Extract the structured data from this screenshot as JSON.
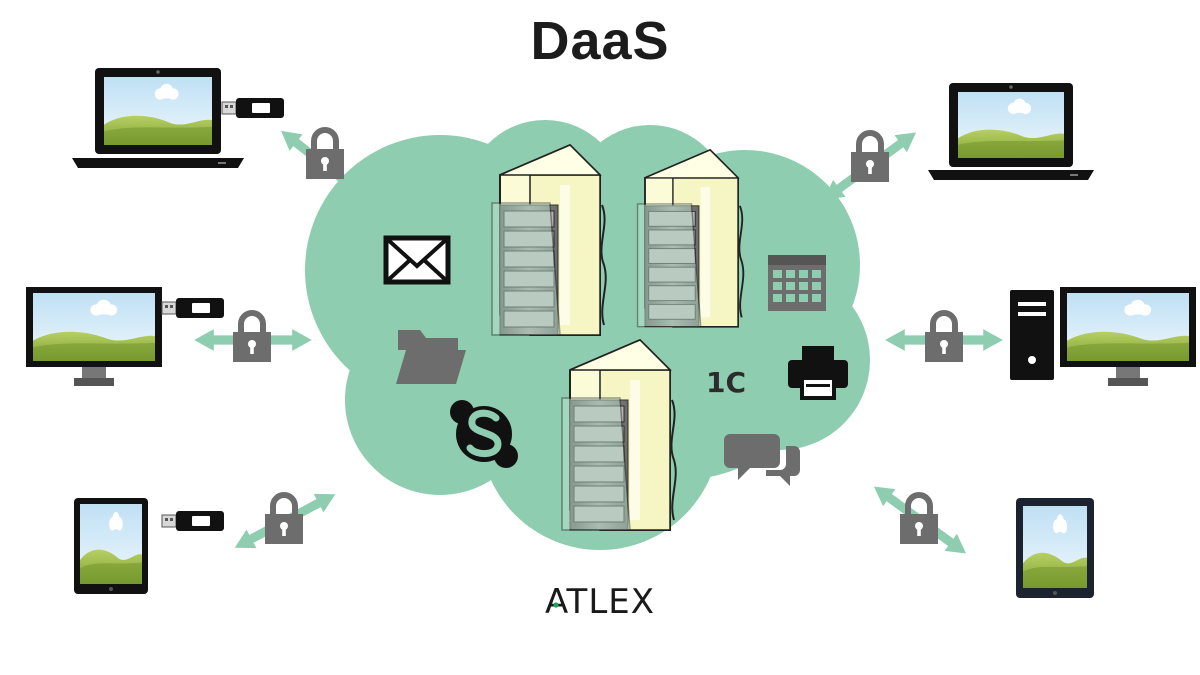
{
  "title": "DaaS",
  "brand": "ATLEX",
  "services": {
    "onec_label": "1C",
    "icons": [
      "envelope-icon",
      "folder-icon",
      "skype-icon",
      "calendar-icon",
      "printer-icon",
      "chat-icon"
    ]
  },
  "devices": [
    {
      "id": "laptop-top-left",
      "type": "laptop",
      "usb_token": true
    },
    {
      "id": "monitor-mid-left",
      "type": "monitor",
      "usb_token": true
    },
    {
      "id": "tablet-bottom-left",
      "type": "tablet",
      "usb_token": true
    },
    {
      "id": "laptop-top-right",
      "type": "laptop",
      "usb_token": false
    },
    {
      "id": "desktop-mid-right",
      "type": "desktop",
      "usb_token": false
    },
    {
      "id": "tablet-bottom-right",
      "type": "tablet",
      "usb_token": false
    }
  ],
  "colors": {
    "cloud": "#8ecdb0",
    "arrow": "#8ecdb0",
    "lock": "#6d6d6d",
    "server": "#fbfbd8",
    "screen_sky": "#cfe8f7",
    "screen_grass": "#8fb13f",
    "device_frame": "#111111"
  }
}
